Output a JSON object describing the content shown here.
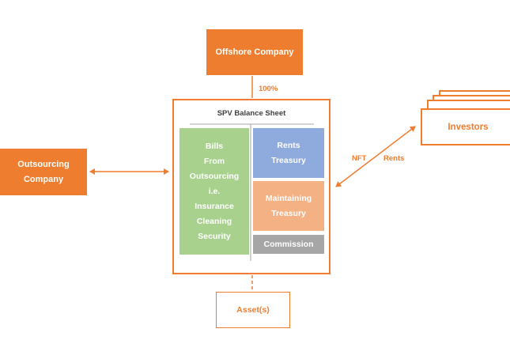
{
  "diagram": {
    "offshore": {
      "label": "Offshore Company",
      "ownership": "100%"
    },
    "spv": {
      "title": "SPV Balance Sheet",
      "left": {
        "lines": [
          "Bills",
          "From",
          "Outsourcing",
          "i.e.",
          "Insurance",
          "Cleaning",
          "Security"
        ]
      },
      "rents": {
        "lines": [
          "Rents",
          "Treasury"
        ]
      },
      "maintaining": {
        "lines": [
          "Maintaining",
          "Treasury"
        ]
      },
      "commission": {
        "label": "Commission"
      }
    },
    "outsourcing": {
      "lines": [
        "Outsourcing",
        "Company"
      ]
    },
    "investors": {
      "label": "Investors",
      "nft_label": "NFT",
      "rents_label": "Rents"
    },
    "assets": {
      "label": "Asset(s)"
    },
    "colors": {
      "orange": "#ef7d2f",
      "green": "#a9d18e",
      "blue": "#8faadc",
      "light_orange": "#f4b183",
      "gray": "#a6a6a6"
    }
  }
}
